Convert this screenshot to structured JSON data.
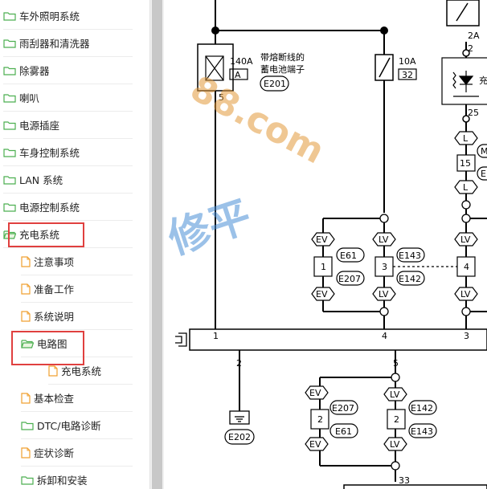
{
  "sidebar": {
    "items": [
      {
        "label": "车外照明系统",
        "type": "folder",
        "indent": 0
      },
      {
        "label": "雨刮器和清洗器",
        "type": "folder",
        "indent": 0
      },
      {
        "label": "除雾器",
        "type": "folder",
        "indent": 0
      },
      {
        "label": "喇叭",
        "type": "folder",
        "indent": 0
      },
      {
        "label": "电源插座",
        "type": "folder",
        "indent": 0
      },
      {
        "label": "车身控制系统",
        "type": "folder",
        "indent": 0
      },
      {
        "label": "LAN 系统",
        "type": "folder",
        "indent": 0
      },
      {
        "label": "电源控制系统",
        "type": "folder",
        "indent": 0
      },
      {
        "label": "充电系统",
        "type": "folder-open",
        "indent": 0
      },
      {
        "label": "注意事项",
        "type": "page",
        "indent": 1
      },
      {
        "label": "准备工作",
        "type": "page",
        "indent": 1
      },
      {
        "label": "系统说明",
        "type": "page",
        "indent": 1
      },
      {
        "label": "电路图",
        "type": "folder-open",
        "indent": 1
      },
      {
        "label": "充电系统",
        "type": "page",
        "indent": 2
      },
      {
        "label": "基本检查",
        "type": "page",
        "indent": 1
      },
      {
        "label": "DTC/电路诊断",
        "type": "folder",
        "indent": 1
      },
      {
        "label": "症状诊断",
        "type": "page",
        "indent": 1
      },
      {
        "label": "拆卸和安装",
        "type": "folder",
        "indent": 1
      }
    ]
  },
  "diagram": {
    "fuse1": {
      "rating": "140A",
      "code": "A",
      "desc_line1": "带熔断线的",
      "desc_line2": "蓄电池端子",
      "connector": "E201",
      "pin": "5"
    },
    "fuse2": {
      "rating": "10A",
      "code": "32"
    },
    "fuse3": {
      "rating": "2A",
      "pin": "2",
      "label": "充"
    },
    "conn_top": {
      "pin": "25",
      "wire1": "L",
      "pin2": "15",
      "wire2": "L",
      "side_m": "M",
      "side_e": "E"
    },
    "joint_left": {
      "wire_top": "EV",
      "pin": "1",
      "wire_bottom": "EV",
      "conn1": "E61",
      "conn2": "E207"
    },
    "joint_mid": {
      "wire_top": "LV",
      "pin": "3",
      "wire_bottom": "LV",
      "conn1": "E143",
      "conn2": "E142"
    },
    "joint_right": {
      "wire_top": "LV",
      "pin": "4",
      "wire_bottom": "LV"
    },
    "module": {
      "pin_a": "1",
      "pin_b": "4",
      "pin_c": "3",
      "pin_d": "2",
      "pin_e": "5"
    },
    "ground": {
      "connector": "E202"
    },
    "joint_low_left": {
      "wire_top": "EV",
      "pin": "2",
      "wire_bottom": "EV",
      "conn1": "E207",
      "conn2": "E61"
    },
    "joint_low_mid": {
      "wire_top": "LV",
      "pin": "2",
      "wire_bottom": "LV",
      "conn1": "E142",
      "conn2": "E143"
    },
    "bottom_pin": "33",
    "watermark_1": "88.com",
    "watermark_2": "修平"
  }
}
